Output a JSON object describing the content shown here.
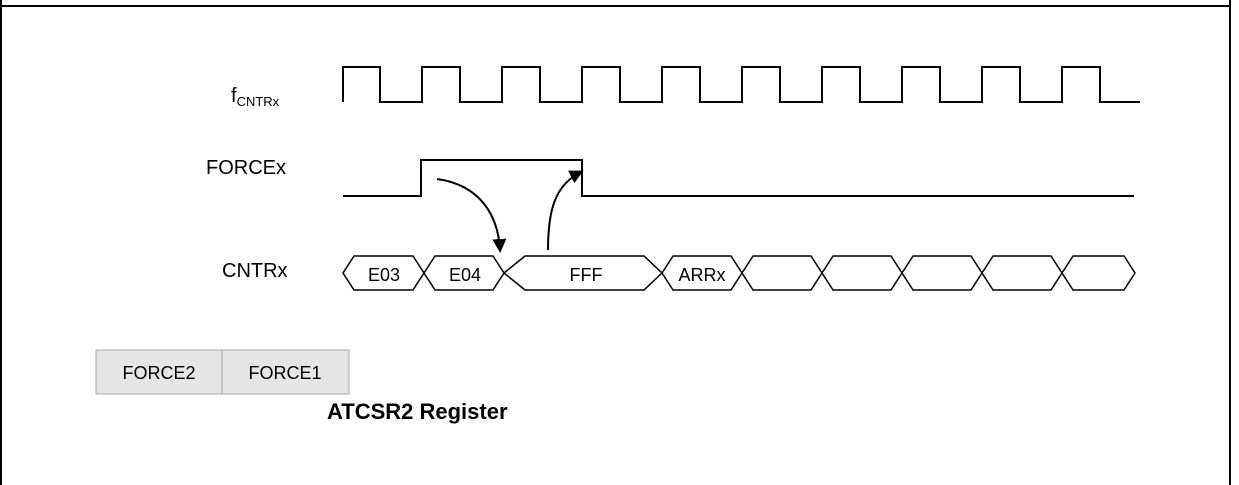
{
  "signals": {
    "clock": {
      "label_main": "f",
      "label_sub": "CNTRx"
    },
    "force": {
      "label": "FORCEx"
    },
    "counter": {
      "label": "CNTRx"
    }
  },
  "counter_values": [
    "E03",
    "E04",
    "FFF",
    "ARRx",
    "",
    "",
    "",
    "",
    ""
  ],
  "register": {
    "fields": [
      "FORCE2",
      "FORCE1"
    ],
    "caption": "ATCSR2 Register"
  },
  "colors": {
    "line": "#000000",
    "register_fill": "#e6e6e6",
    "register_border": "#a8a8a8",
    "frame": "#000000"
  },
  "icons": [
    "arrow-down-icon",
    "arrow-up-icon"
  ]
}
